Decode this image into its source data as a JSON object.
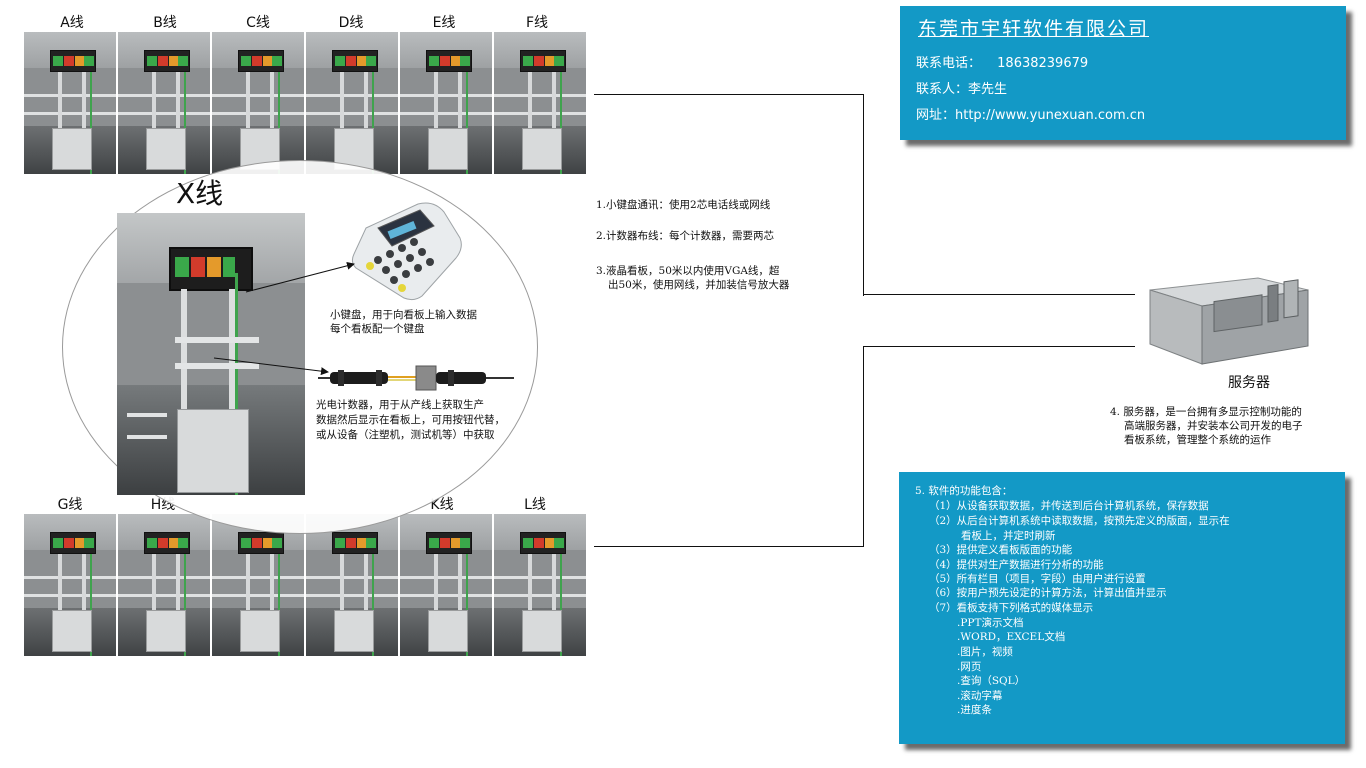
{
  "top_lines": [
    "A线",
    "B线",
    "C线",
    "D线",
    "E线",
    "F线"
  ],
  "bottom_lines": [
    "G线",
    "H线",
    "",
    "",
    "K线",
    "L线"
  ],
  "x_line": {
    "title": "X线",
    "keypad_caption_1": "小键盘，用于向看板上输入数据",
    "keypad_caption_2": "每个看板配一个键盘",
    "sensor_caption_1": "光电计数器，用于从产线上获取生产",
    "sensor_caption_2": "数据然后显示在看板上，可用按钮代替，",
    "sensor_caption_3": "或从设备（注塑机，测试机等）中获取"
  },
  "notes": {
    "n1": "1.小键盘通讯：使用2芯电话线或网线",
    "n2": "2.计数器布线：每个计数器，需要两芯",
    "n3a": "3.液晶看板，50米以内使用VGA线，超",
    "n3b": "出50米，使用网线，并加装信号放大器"
  },
  "company": {
    "name": "东莞市宇轩软件有限公司",
    "phone_label": "联系电话：",
    "phone": "18638239679",
    "contact": "联系人：李先生",
    "website": "网址：http://www.yunexuan.com.cn"
  },
  "server": {
    "label": "服务器",
    "desc_1": "4. 服务器，是一台拥有多显示控制功能的",
    "desc_2": "高端服务器，并安装本公司开发的电子",
    "desc_3": "看板系统，管理整个系统的运作"
  },
  "features": {
    "title": "5. 软件的功能包含：",
    "items": [
      "（1）从设备获取数据，并传送到后台计算机系统，保存数据",
      "（2）从后台计算机系统中读取数据，按预先定义的版面，显示在",
      "看板上，并定时刷新",
      "（3）提供定义看板版面的功能",
      "（4）提供对生产数据进行分析的功能",
      "（5）所有栏目（项目，字段）由用户进行设置",
      "（6）按用户预先设定的计算方法，计算出值并显示",
      "（7）看板支持下列格式的媒体显示"
    ],
    "media": [
      ".PPT演示文档",
      ".WORD，EXCEL文档",
      ".图片，视频",
      ".网页",
      ".查询（SQL）",
      ".滚动字幕",
      ".进度条"
    ]
  },
  "colors": {
    "panel_blue": "#1399c6",
    "board_red": "#d23b2b",
    "board_green": "#3aa84a",
    "board_orange": "#e49a2b"
  }
}
